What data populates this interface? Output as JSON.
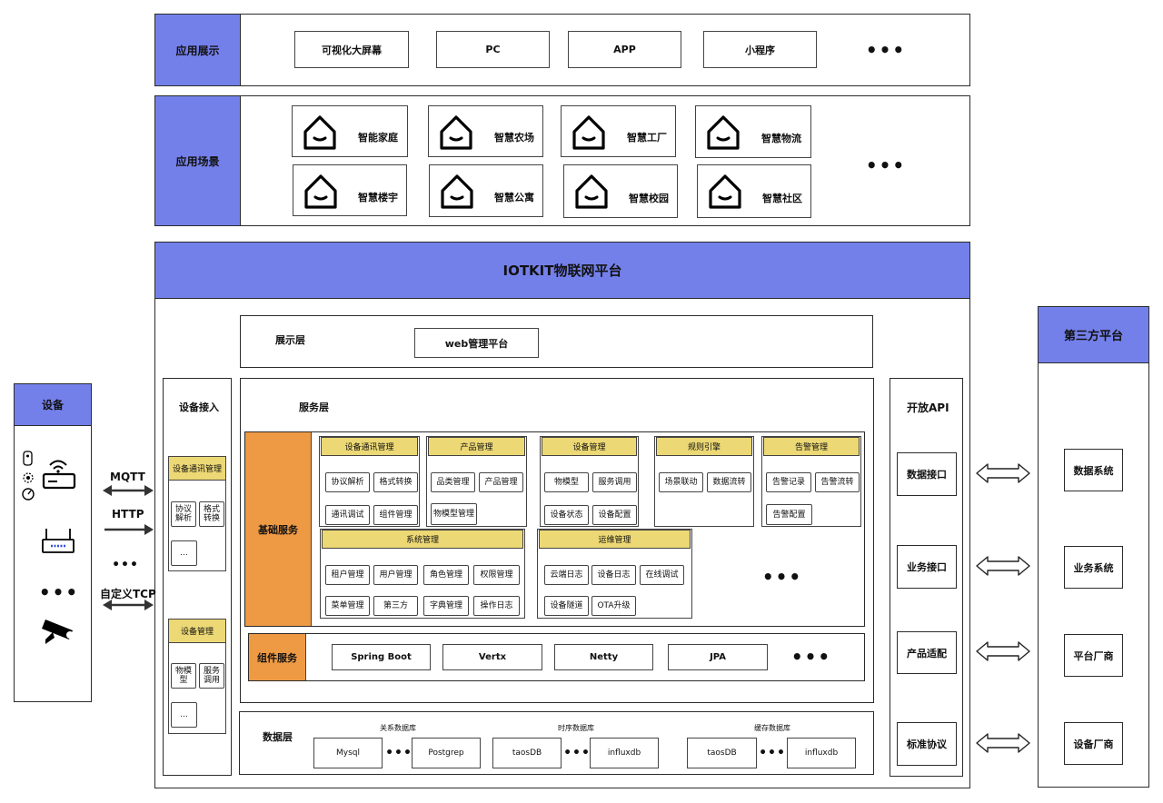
{
  "top": {
    "display_label": "应用展示",
    "display_items": [
      "可视化大屏幕",
      "PC",
      "APP",
      "小程序"
    ],
    "more": "•••",
    "scene_label": "应用场景",
    "scenes": [
      "智能家庭",
      "智慧农场",
      "智慧工厂",
      "智慧物流",
      "智慧楼宇",
      "智慧公寓",
      "智慧校园",
      "智慧社区"
    ]
  },
  "platform": {
    "title": "IOTKIT物联网平台",
    "presentation_label": "展示层",
    "web_platform": "web管理平台",
    "service_label": "服务层",
    "basic_services": "基础服务",
    "component_services": "组件服务",
    "components": [
      "Spring Boot",
      "Vertx",
      "Netty",
      "JPA"
    ],
    "modules": {
      "device_comm": {
        "title": "设备通讯管理",
        "items": [
          "协议解析",
          "格式转换",
          "通讯调试",
          "组件管理"
        ]
      },
      "product": {
        "title": "产品管理",
        "items": [
          "品类管理",
          "产品管理",
          "物模型管理"
        ]
      },
      "device_mgmt": {
        "title": "设备管理",
        "items": [
          "物模型",
          "服务调用",
          "设备状态",
          "设备配置"
        ]
      },
      "rule_engine": {
        "title": "规则引擎",
        "items": [
          "场景联动",
          "数据流转"
        ]
      },
      "alarm": {
        "title": "告警管理",
        "items": [
          "告警记录",
          "告警流转",
          "告警配置"
        ]
      },
      "system": {
        "title": "系统管理",
        "items": [
          "租户管理",
          "用户管理",
          "角色管理",
          "权限管理",
          "菜单管理",
          "第三方",
          "字典管理",
          "操作日志"
        ]
      },
      "ops": {
        "title": "运维管理",
        "items": [
          "云端日志",
          "设备日志",
          "在线调试",
          "设备隧道",
          "OTA升级"
        ]
      }
    },
    "device_access": {
      "label": "设备接入",
      "comm_title": "设备通讯管理",
      "comm_items": [
        "协议解析",
        "格式转换"
      ],
      "mgmt_title": "设备管理",
      "mgmt_items": [
        "物模型",
        "服务调用"
      ],
      "ellipsis": "..."
    },
    "data_layer": {
      "label": "数据层",
      "groups": [
        {
          "caption": "关系数据库",
          "items": [
            "Mysql",
            "Postgrep"
          ]
        },
        {
          "caption": "时序数据库",
          "items": [
            "taosDB",
            "influxdb"
          ]
        },
        {
          "caption": "缓存数据库",
          "items": [
            "taosDB",
            "influxdb"
          ]
        }
      ]
    },
    "open_api": {
      "label": "开放API",
      "items": [
        "数据接口",
        "业务接口",
        "产品适配",
        "标准协议"
      ]
    }
  },
  "devices": {
    "label": "设备",
    "protocols": [
      "MQTT",
      "HTTP",
      "•••",
      "自定义TCP"
    ]
  },
  "third_party": {
    "label": "第三方平台",
    "items": [
      "数据系统",
      "业务系统",
      "平台厂商",
      "设备厂商"
    ]
  },
  "colors": {
    "blue": "#7480ea",
    "orange": "#ee9a45",
    "yellow": "#ecd874"
  }
}
